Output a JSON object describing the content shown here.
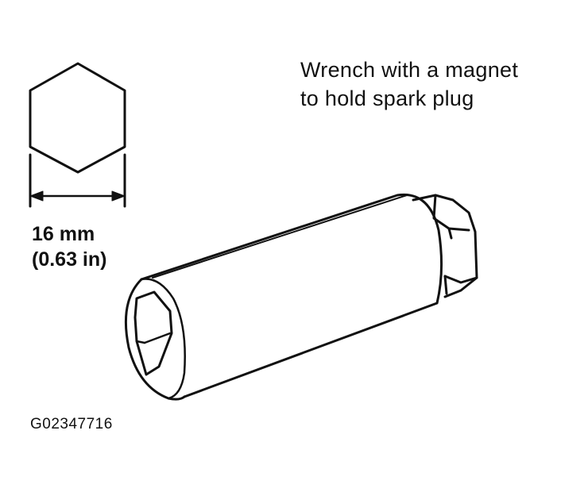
{
  "callout": {
    "line1": "Wrench with a magnet",
    "line2": "to hold spark plug"
  },
  "dimension": {
    "metric": "16 mm",
    "imperial": "(0.63 in)"
  },
  "figure_code": "G02347716",
  "colors": {
    "ink": "#111111",
    "background": "#ffffff"
  }
}
